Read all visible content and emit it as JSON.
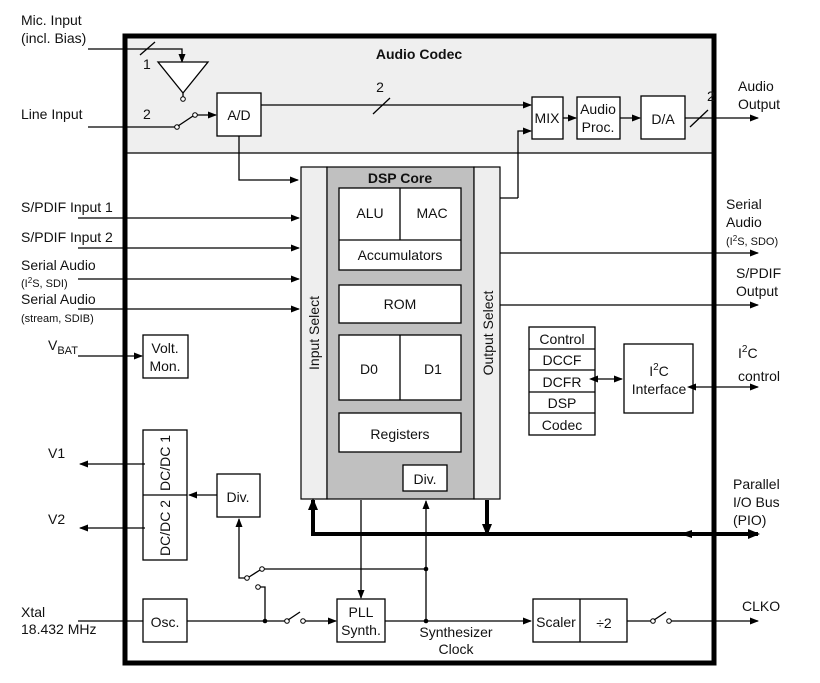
{
  "diagram": {
    "colors": {
      "codec_bg": "#efefef",
      "dsp_core_bg": "#c0c0c0",
      "select_bg": "#eeeeee",
      "frame": "#000000"
    },
    "codec": {
      "title": "Audio Codec",
      "mic_bus_width": "1",
      "line_bus_width": "2",
      "ad": "A/D",
      "ad_bus_width": "2",
      "mix": "MIX",
      "audio_proc_1": "Audio",
      "audio_proc_2": "Proc.",
      "da": "D/A",
      "out_bus_width": "2"
    },
    "inputs": {
      "mic_1": "Mic. Input",
      "mic_2": "(incl. Bias)",
      "line": "Line Input",
      "spdif1": "S/PDIF Input 1",
      "spdif2": "S/PDIF Input 2",
      "serial1_1": "Serial Audio",
      "serial1_2a": "(I",
      "serial1_2sup": "2",
      "serial1_2b": "S, SDI)",
      "serial2_1": "Serial Audio",
      "serial2_2": "(stream, SDIB)",
      "vbat_main": "V",
      "vbat_sub": "BAT",
      "xtal_1": "Xtal",
      "xtal_2": "18.432 MHz"
    },
    "outputs": {
      "audio_1": "Audio",
      "audio_2": "Output",
      "serial_1": "Serial",
      "serial_2": "Audio",
      "serial_3a": "(I",
      "serial_3sup": "2",
      "serial_3b": "S, SDO)",
      "spdif_1": "S/PDIF",
      "spdif_2": "Output",
      "i2c_1a": "I",
      "i2c_1sup": "2",
      "i2c_1b": "C",
      "i2c_2": "control",
      "pio_1": "Parallel",
      "pio_2": "I/O Bus",
      "pio_3": "(PIO)",
      "v1": "V1",
      "v2": "V2",
      "clko": "CLKO"
    },
    "dsp": {
      "title": "DSP Core",
      "input_select": "Input Select",
      "output_select": "Output Select",
      "alu": "ALU",
      "mac": "MAC",
      "accumulators": "Accumulators",
      "rom": "ROM",
      "d0": "D0",
      "d1": "D1",
      "registers": "Registers",
      "div": "Div."
    },
    "blocks": {
      "volt_mon_1": "Volt.",
      "volt_mon_2": "Mon.",
      "dcdc1": "DC/DC 1",
      "dcdc2": "DC/DC 2",
      "div": "Div.",
      "osc": "Osc.",
      "pll_1": "PLL",
      "pll_2": "Synth.",
      "synth_clock_1": "Synthesizer",
      "synth_clock_2": "Clock",
      "scaler": "Scaler",
      "div2": "÷2",
      "reg_stack": [
        "Control",
        "DCCF",
        "DCFR",
        "DSP",
        "Codec"
      ],
      "i2c_if_a": "I",
      "i2c_if_sup": "2",
      "i2c_if_b": "C",
      "i2c_if_2": "Interface"
    }
  }
}
